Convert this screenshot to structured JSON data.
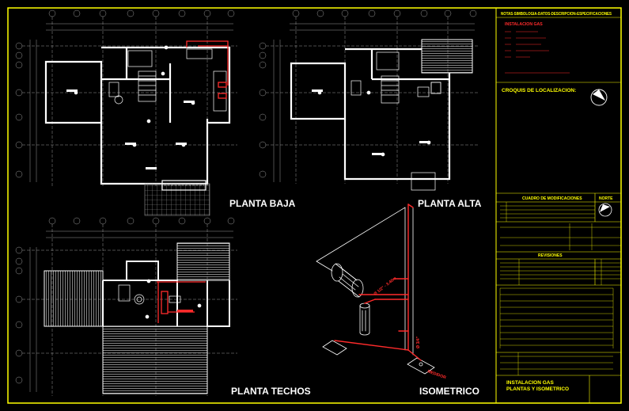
{
  "drawing": {
    "views": [
      {
        "id": "planta-baja",
        "label": "PLANTA BAJA"
      },
      {
        "id": "planta-alta",
        "label": "PLANTA ALTA"
      },
      {
        "id": "planta-techos",
        "label": "PLANTA TECHOS"
      },
      {
        "id": "isometrico",
        "label": "ISOMETRICO"
      }
    ],
    "colors": {
      "background": "#000000",
      "frame": "#ffff00",
      "walls": "#ffffff",
      "gas_line": "#ff2b2b",
      "dimensions": "#9a9a9a",
      "hatch": "#bdbdbd"
    }
  },
  "title_block": {
    "notes_header": "NOTAS-SIMBOLOGIA-DATOS-DESCRIPCION-ESPECIFICACIONES",
    "notes_title": "INSTALACION GAS",
    "location_header": "CROQUIS DE LOCALIZACION:",
    "modifications_header": "CUADRO DE MODIFICACIONES",
    "north_label": "NORTE",
    "revisions_header": "REVISIONES",
    "sheet_title_line1": "INSTALACION GAS",
    "sheet_title_line2": "PLANTAS Y ISOMETRICO"
  }
}
